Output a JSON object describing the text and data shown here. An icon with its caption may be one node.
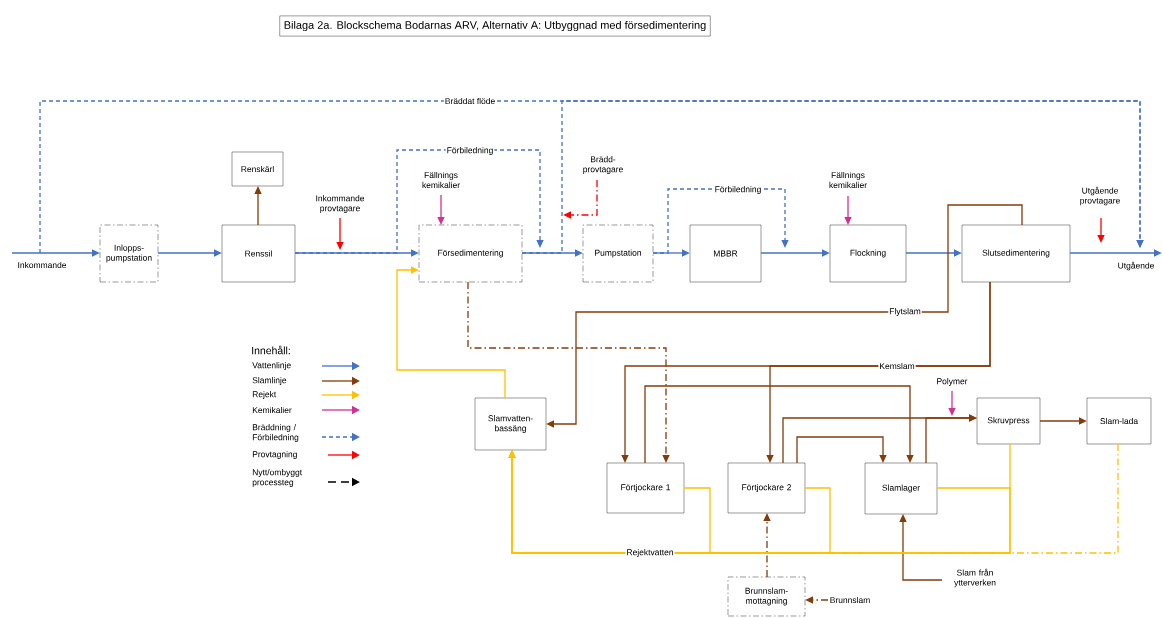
{
  "diagram": {
    "title": "Bilaga 2a. Blockschema Bodarnas ARV, Alternativ A: Utbyggnad med försedimentering",
    "nodes": [
      {
        "text": [
          "Inlopps-pumpstation"
        ]
      },
      {
        "text": [
          "Renssil"
        ]
      },
      {
        "text": [
          "Renskärl"
        ]
      },
      {
        "text": [
          "Försedimentering"
        ]
      },
      {
        "text": [
          "Pumpstation"
        ]
      },
      {
        "text": [
          "MBBR"
        ]
      },
      {
        "text": [
          "Flockning"
        ]
      },
      {
        "text": [
          "Slutsedimentering"
        ]
      },
      {
        "text": [
          "Slamvatten-bassäng"
        ]
      },
      {
        "text": [
          "Förtjockare 1"
        ]
      },
      {
        "text": [
          "Förtjockare 2"
        ]
      },
      {
        "text": [
          "Slamlager"
        ]
      },
      {
        "text": [
          "Skruvpress"
        ]
      },
      {
        "text": [
          "Slam-lada"
        ]
      },
      {
        "text": [
          "Brunnslam-mottagning"
        ]
      },
      {
        "text": [
          "Inkommande"
        ]
      },
      {
        "text": [
          "Utgående"
        ]
      },
      {
        "text": [
          "Inkommande provtagare"
        ]
      },
      {
        "text": [
          "Fällnings kemikalier"
        ]
      },
      {
        "text": [
          "Brädd-provtagare"
        ]
      },
      {
        "text": [
          "Fällnings kemikalier"
        ]
      },
      {
        "text": [
          "Utgående provtagare"
        ]
      },
      {
        "text": [
          "Polymer"
        ]
      },
      {
        "text": [
          "Slam från ytterverken"
        ]
      },
      {
        "text": [
          "Brunnslam"
        ]
      }
    ],
    "edges": [
      {
        "from": 15,
        "to": 0,
        "arrow": "to",
        "color": "#4472c4"
      },
      {
        "from": 0,
        "to": 1,
        "arrow": "to",
        "color": "#4472c4"
      },
      {
        "from": 1,
        "to": 3,
        "arrow": "to",
        "color": "#4472c4"
      },
      {
        "from": 1,
        "to": 2,
        "arrow": "to",
        "color": "#843c0c"
      },
      {
        "from": 3,
        "to": 4,
        "arrow": "to",
        "color": "#4472c4"
      },
      {
        "from": 4,
        "to": 5,
        "arrow": "to",
        "color": "#4472c4"
      },
      {
        "from": 5,
        "to": 6,
        "arrow": "to",
        "color": "#4472c4"
      },
      {
        "from": 6,
        "to": 7,
        "arrow": "to",
        "color": "#4472c4"
      },
      {
        "from": 7,
        "to": 16,
        "arrow": "to",
        "color": "#4472c4"
      },
      {
        "from": 15,
        "to": 16,
        "arrow": "to",
        "label": "Bräddat flöde",
        "style": "dashed",
        "color": "#4472c4"
      },
      {
        "from": 3,
        "to": 16,
        "arrow": "to",
        "style": "dashed",
        "color": "#4472c4"
      },
      {
        "from": 1,
        "to": null,
        "arrow": "to",
        "label": "Förbiledning",
        "style": "dashed",
        "color": "#4472c4"
      },
      {
        "from": 4,
        "to": null,
        "arrow": "to",
        "label": "Förbiledning",
        "style": "dashed",
        "color": "#4472c4"
      },
      {
        "from": 17,
        "to": null,
        "arrow": "to",
        "color": "#ff0000"
      },
      {
        "from": 18,
        "to": 3,
        "arrow": "to",
        "color": "#d0309a"
      },
      {
        "from": 19,
        "to": null,
        "arrow": "to",
        "style": "dashed",
        "color": "#ff0000"
      },
      {
        "from": 20,
        "to": 6,
        "arrow": "to",
        "color": "#d0309a"
      },
      {
        "from": 21,
        "to": 16,
        "arrow": "to",
        "color": "#ff0000"
      },
      {
        "from": 22,
        "to": null,
        "arrow": "to",
        "color": "#d0309a"
      },
      {
        "from": 7,
        "to": 8,
        "arrow": "to",
        "label": "Flytslam",
        "color": "#843c0c"
      },
      {
        "from": 7,
        "to": 9,
        "arrow": "to",
        "label": "Kemslam",
        "color": "#843c0c"
      },
      {
        "from": 7,
        "to": 10,
        "arrow": "to",
        "color": "#843c0c"
      },
      {
        "from": 9,
        "to": 11,
        "arrow": "to",
        "color": "#843c0c"
      },
      {
        "from": 10,
        "to": 12,
        "arrow": "to",
        "color": "#843c0c"
      },
      {
        "from": 10,
        "to": 11,
        "arrow": "to",
        "color": "#843c0c"
      },
      {
        "from": 11,
        "to": 12,
        "arrow": "to",
        "color": "#843c0c"
      },
      {
        "from": 12,
        "to": 13,
        "arrow": "to",
        "color": "#843c0c"
      },
      {
        "from": 23,
        "to": 11,
        "arrow": "to",
        "color": "#843c0c"
      },
      {
        "from": 24,
        "to": 14,
        "arrow": "to",
        "style": "dashed",
        "color": "#843c0c"
      },
      {
        "from": 14,
        "to": 10,
        "arrow": "to",
        "style": "dashed",
        "color": "#843c0c"
      },
      {
        "from": 3,
        "to": 9,
        "arrow": "to",
        "style": "dashed",
        "color": "#843c0c"
      },
      {
        "from": 8,
        "to": 3,
        "arrow": "to",
        "color": "#ffc000"
      },
      {
        "from": 9,
        "to": 8,
        "arrow": "to",
        "label": "Rejektvatten",
        "color": "#ffc000"
      },
      {
        "from": 10,
        "to": 8,
        "arrow": "to",
        "color": "#ffc000"
      },
      {
        "from": 11,
        "to": 8,
        "arrow": "to",
        "color": "#ffc000"
      },
      {
        "from": 12,
        "to": 8,
        "arrow": "to",
        "color": "#ffc000"
      },
      {
        "from": 13,
        "to": 8,
        "arrow": "to",
        "style": "dashed",
        "color": "#ffc000"
      }
    ],
    "labels": [
      "Innehåll:"
    ],
    "legend": [
      {
        "text": "Vattenlinje",
        "color": "#4472c4"
      },
      {
        "text": "Slamlinje",
        "color": "#843c0c"
      },
      {
        "text": "Rejekt",
        "color": "#ffc000"
      },
      {
        "text": "Kemikalier",
        "color": "#d0309a"
      },
      {
        "text": "Bräddning / Förbiledning",
        "color": "#4472c4"
      },
      {
        "text": "Provtagning",
        "color": "#ff0000"
      },
      {
        "text": "Nytt/ombyggt processteg",
        "color": "#000000"
      }
    ]
  }
}
